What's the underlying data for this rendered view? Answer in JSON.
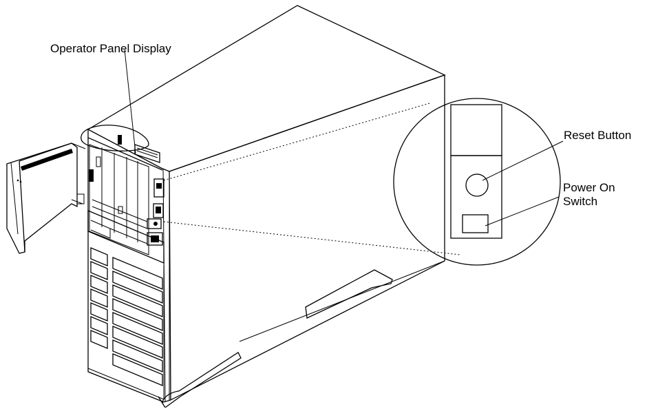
{
  "labels": {
    "operator_panel_display": "Operator Panel Display",
    "reset_button": "Reset Button",
    "power_on": "Power On",
    "switch": "Switch"
  }
}
